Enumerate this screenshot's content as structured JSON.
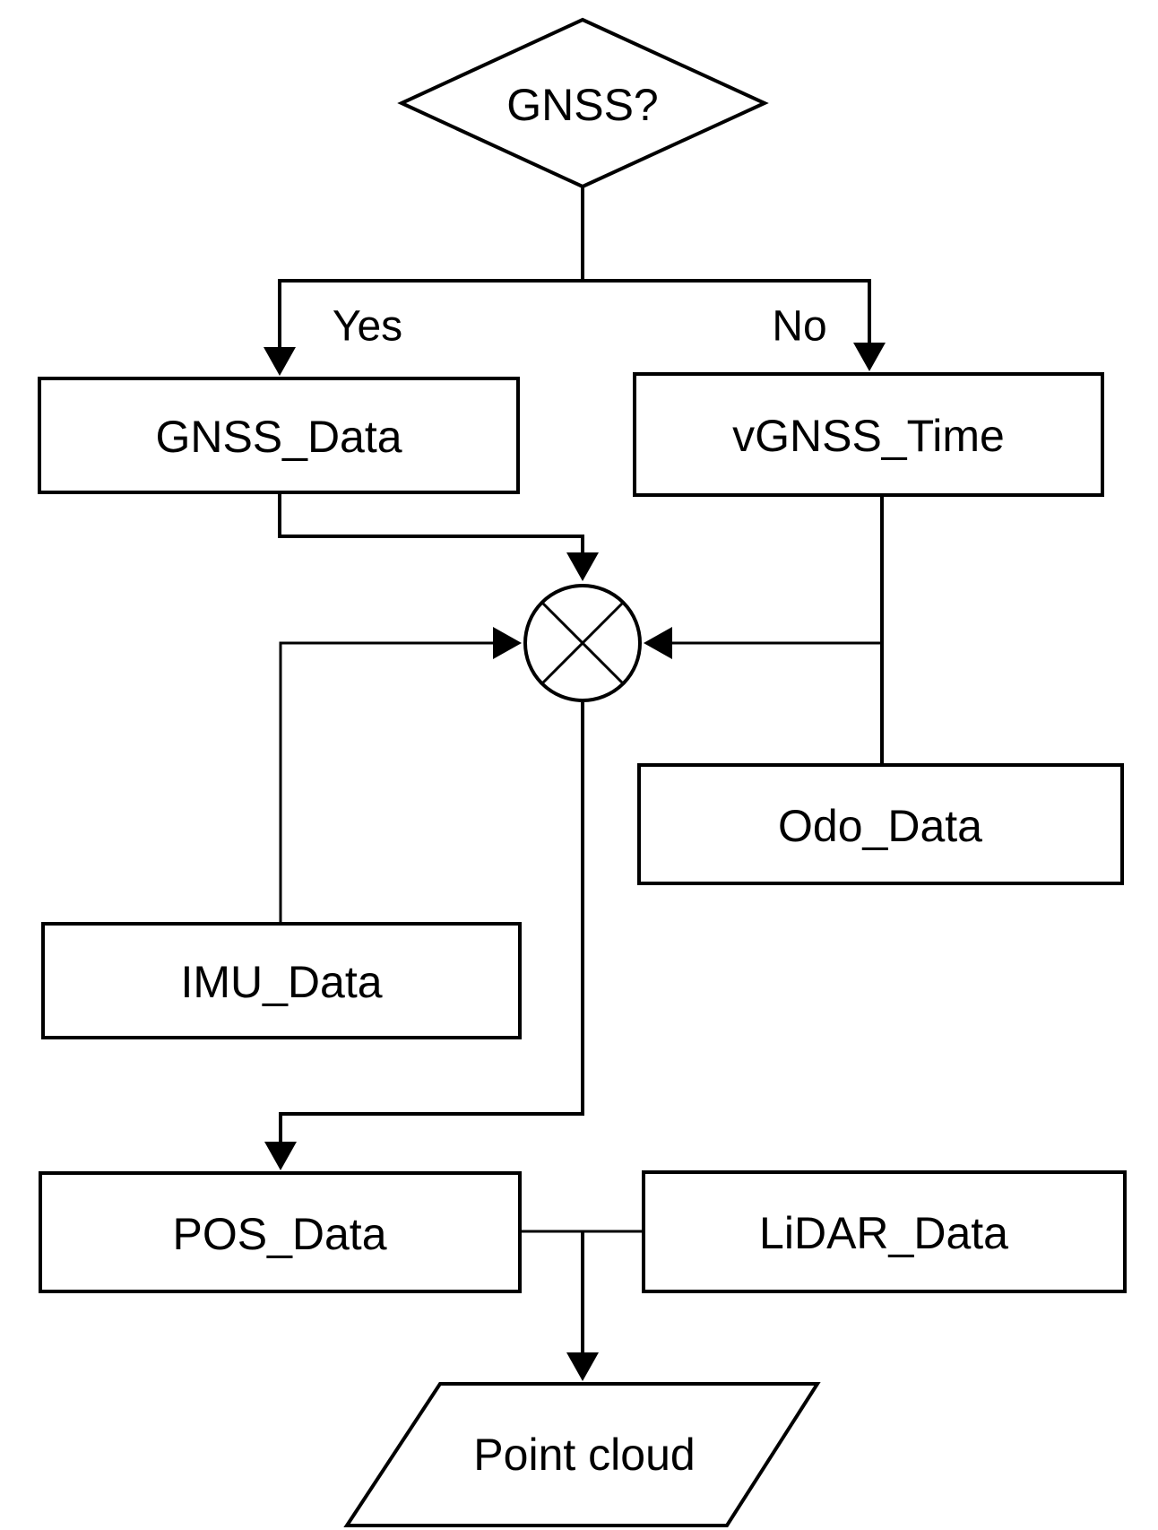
{
  "colors": {
    "background": "#ffffff",
    "stroke": "#000000",
    "text": "#000000"
  },
  "nodes": {
    "decision": {
      "label": "GNSS?",
      "shape": "diamond"
    },
    "yes_branch": {
      "label": "Yes"
    },
    "no_branch": {
      "label": "No"
    },
    "gnss_data": {
      "label": "GNSS_Data",
      "shape": "rect"
    },
    "vgnss_time": {
      "label": "vGNSS_Time",
      "shape": "rect"
    },
    "mixer": {
      "label": "",
      "shape": "circle-with-x"
    },
    "odo_data": {
      "label": "Odo_Data",
      "shape": "rect"
    },
    "imu_data": {
      "label": "IMU_Data",
      "shape": "rect"
    },
    "pos_data": {
      "label": "POS_Data",
      "shape": "rect"
    },
    "lidar_data": {
      "label": "LiDAR_Data",
      "shape": "rect"
    },
    "point_cloud": {
      "label": "Point cloud",
      "shape": "parallelogram"
    }
  },
  "edges": [
    {
      "from": "decision",
      "to": "gnss_data",
      "label": "Yes"
    },
    {
      "from": "decision",
      "to": "vgnss_time",
      "label": "No"
    },
    {
      "from": "gnss_data",
      "to": "mixer"
    },
    {
      "from": "vgnss_time",
      "to": "odo_data"
    },
    {
      "from": "odo_data",
      "to": "mixer"
    },
    {
      "from": "imu_data",
      "to": "mixer"
    },
    {
      "from": "mixer",
      "to": "pos_data"
    },
    {
      "from": "pos_data",
      "to": "lidar_data"
    },
    {
      "from": [
        "pos_data",
        "lidar_data"
      ],
      "to": "point_cloud"
    }
  ]
}
